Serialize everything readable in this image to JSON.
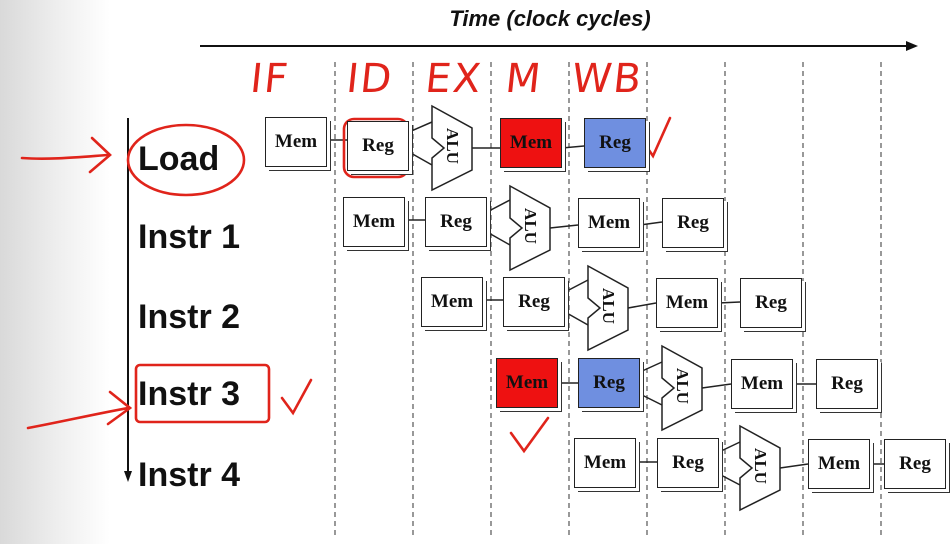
{
  "title": "Time (clock cycles)",
  "stages": [
    "IF",
    "ID",
    "EX",
    "M",
    "WB"
  ],
  "instructions": [
    {
      "label": "Load",
      "stage_units": [
        "Mem",
        "Reg",
        "ALU",
        "Mem",
        "Reg"
      ]
    },
    {
      "label": "Instr 1",
      "stage_units": [
        "Mem",
        "Reg",
        "ALU",
        "Mem",
        "Reg"
      ]
    },
    {
      "label": "Instr 2",
      "stage_units": [
        "Mem",
        "Reg",
        "ALU",
        "Mem",
        "Reg"
      ]
    },
    {
      "label": "Instr 3",
      "stage_units": [
        "Mem",
        "Reg",
        "ALU",
        "Mem",
        "Reg"
      ]
    },
    {
      "label": "Instr 4",
      "stage_units": [
        "Mem",
        "Reg",
        "ALU",
        "Mem",
        "Reg"
      ]
    }
  ],
  "units": {
    "mem": "Mem",
    "reg": "Reg",
    "alu": "ALU"
  },
  "colors": {
    "highlight_red": "#ee1111",
    "highlight_blue": "#6f8fe0",
    "ink": "#e0241b"
  }
}
